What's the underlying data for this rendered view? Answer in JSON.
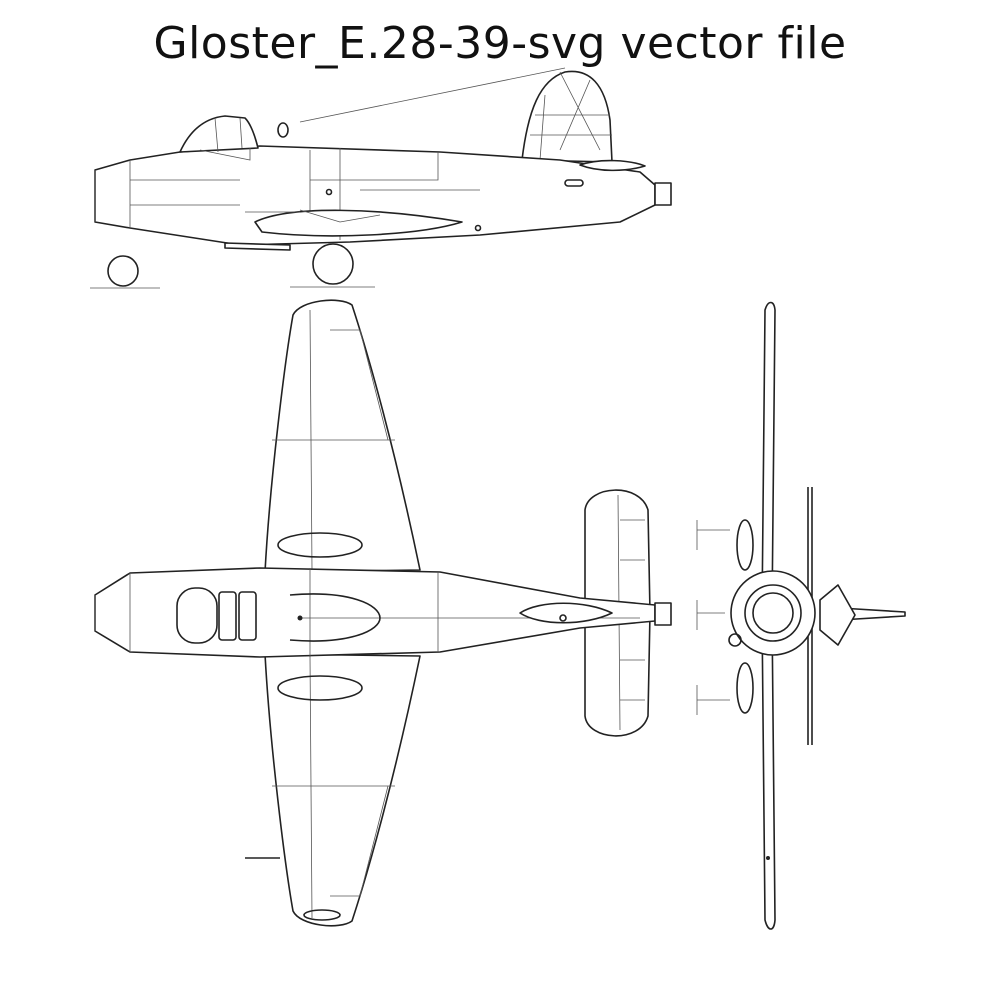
{
  "title": "Gloster_E.28-39-svg vector file",
  "drawing": {
    "subject": "Gloster E.28/39",
    "views": [
      "side-view",
      "top-view",
      "front-view"
    ],
    "line_color": "#222222",
    "background_color": "#ffffff"
  }
}
